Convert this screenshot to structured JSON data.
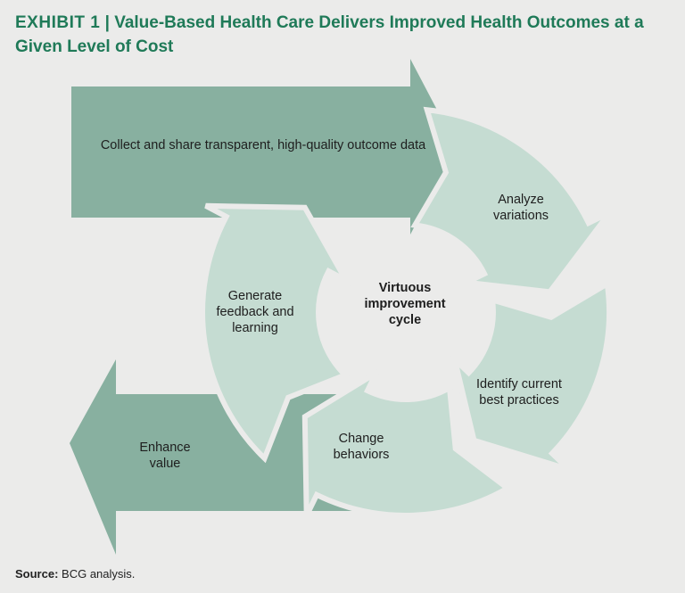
{
  "title": {
    "exhibit": "EXHIBIT 1",
    "separator": "|",
    "text": "Value-Based Health Care Delivers Improved Health Outcomes at a Given Level of Cost"
  },
  "diagram": {
    "input_arrow": "Collect and share transparent, high-quality outcome data",
    "output_arrow": "Enhance value",
    "center": "Virtuous improvement cycle",
    "cycle_steps": [
      "Analyze variations",
      "Identify current best practices",
      "Change behaviors",
      "Generate feedback and learning"
    ]
  },
  "source": {
    "label": "Source:",
    "text": "BCG analysis."
  },
  "colors": {
    "title": "#1f7a58",
    "dark_arrow": "#88b0a0",
    "light_arrow": "#c5dcd2",
    "background": "#ebebea"
  }
}
